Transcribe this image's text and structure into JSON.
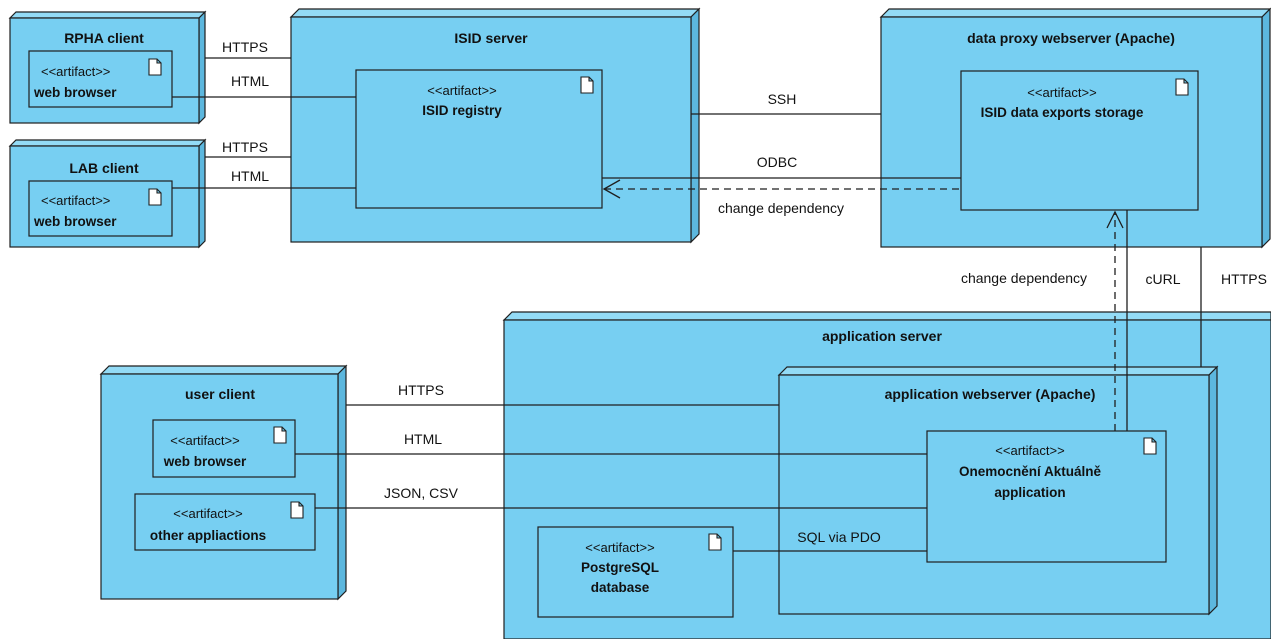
{
  "diagram": {
    "nodes": {
      "rpha": {
        "title": "RPHA client",
        "artifacts": [
          {
            "stereotype": "<<artifact>>",
            "name": "web browser"
          }
        ]
      },
      "lab": {
        "title": "LAB client",
        "artifacts": [
          {
            "stereotype": "<<artifact>>",
            "name": "web browser"
          }
        ]
      },
      "isid": {
        "title": "ISID server",
        "artifacts": [
          {
            "stereotype": "<<artifact>>",
            "name": "ISID registry"
          }
        ]
      },
      "proxy": {
        "title": "data proxy webserver (Apache)",
        "artifacts": [
          {
            "stereotype": "<<artifact>>",
            "name": "ISID data exports storage"
          }
        ]
      },
      "user": {
        "title": "user client",
        "artifacts": [
          {
            "stereotype": "<<artifact>>",
            "name": "web browser"
          },
          {
            "stereotype": "<<artifact>>",
            "name": "other appliactions"
          }
        ]
      },
      "appserver": {
        "title": "application server"
      },
      "appweb": {
        "title": "application webserver (Apache)",
        "artifacts": [
          {
            "stereotype": "<<artifact>>",
            "name_lines": [
              "Onemocnění Aktuálně",
              "application"
            ]
          }
        ]
      },
      "db": {
        "stereotype": "<<artifact>>",
        "name_lines": [
          "PostgreSQL",
          "database"
        ]
      }
    },
    "connections": {
      "rpha_https": "HTTPS",
      "rpha_html": "HTML",
      "lab_https": "HTTPS",
      "lab_html": "HTML",
      "isid_proxy_ssh": "SSH",
      "isid_proxy_odbc": "ODBC",
      "isid_proxy_dep": "change dependency",
      "app_proxy_dep": "change dependency",
      "app_proxy_curl": "cURL",
      "appserver_proxy_https": "HTTPS",
      "user_https": "HTTPS",
      "user_html": "HTML",
      "user_json": "JSON, CSV",
      "db_sql": "SQL via PDO"
    }
  }
}
